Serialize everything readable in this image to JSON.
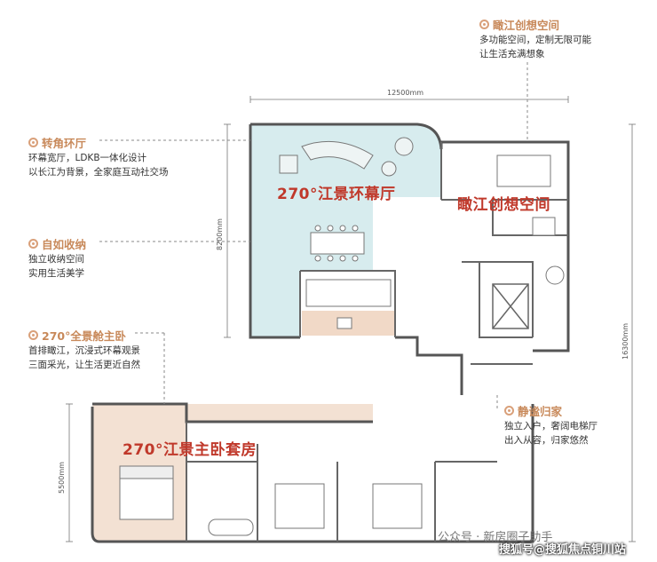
{
  "annotations": {
    "top_right": {
      "title": "瞰江创想空间",
      "lines": [
        "多功能空间，定制无限可能",
        "让生活充满想象"
      ]
    },
    "corner_hall": {
      "title": "转角环厅",
      "lines": [
        "环幕宽厅，LDKB一体化设计",
        "以长江为背景，全家庭互动社交场"
      ]
    },
    "storage": {
      "title": "自如收纳",
      "lines": [
        "独立收纳空间",
        "实用生活美学"
      ]
    },
    "master": {
      "title": "270°全景舱主卧",
      "lines": [
        "首排瞰江，沉浸式环幕观景",
        "三面采光，让生活更近自然"
      ]
    },
    "entry": {
      "title": "静谧归家",
      "lines": [
        "独立入户，奢阔电梯厅",
        "出入从容，归家悠然"
      ]
    }
  },
  "room_labels": {
    "living": "270°江景环幕厅",
    "creative": "瞰江创想空间",
    "master_suite": "270°江景主卧套房"
  },
  "dimensions": {
    "top_width": "12500mm",
    "living_depth": "8200mm",
    "total_depth": "16300mm",
    "master_depth": "5500mm"
  },
  "watermarks": {
    "wechat": "公众号 · 新房圈子助手",
    "sohu": "搜狐号@搜狐焦点铜川站"
  },
  "colors": {
    "accent": "#c8895a",
    "room_label": "#c0392b",
    "living_fill": "#d7ecee",
    "master_fill": "#f3e1d3",
    "wall": "#555555"
  }
}
